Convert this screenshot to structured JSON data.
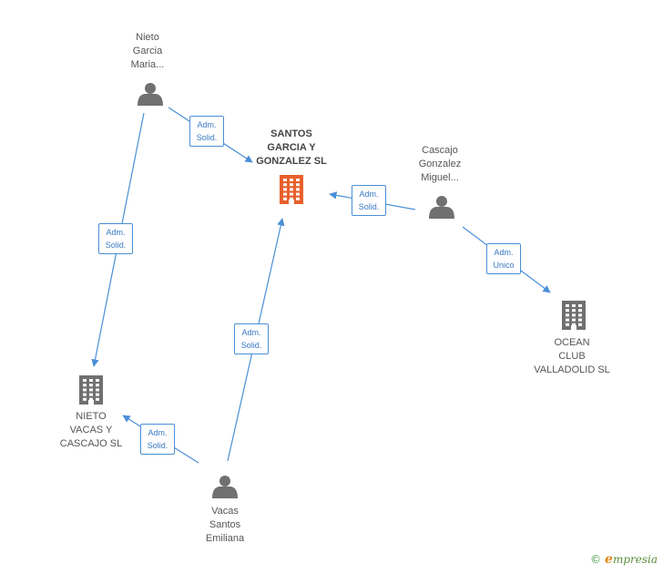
{
  "colors": {
    "edge": "#4a8fd6",
    "person": "#707070",
    "company": "#707070",
    "main_company": "#e8602c"
  },
  "nodes": {
    "nieto_garcia": {
      "lines": [
        "Nieto",
        "Garcia",
        "Maria..."
      ],
      "type": "person"
    },
    "santos_garcia": {
      "lines": [
        "SANTOS",
        "GARCIA Y",
        "GONZALEZ SL"
      ],
      "type": "main-company"
    },
    "cascajo_gonzalez": {
      "lines": [
        "Cascajo",
        "Gonzalez",
        "Miguel..."
      ],
      "type": "person"
    },
    "ocean_club": {
      "lines": [
        "OCEAN",
        "CLUB",
        "VALLADOLID SL"
      ],
      "type": "company"
    },
    "nieto_vacas": {
      "lines": [
        "NIETO",
        "VACAS Y",
        "CASCAJO SL"
      ],
      "type": "company"
    },
    "vacas_santos": {
      "lines": [
        "Vacas",
        "Santos",
        "Emiliana"
      ],
      "type": "person"
    }
  },
  "edges": [
    {
      "from": "nieto_garcia",
      "to": "santos_garcia",
      "label": [
        "Adm.",
        "Solid."
      ]
    },
    {
      "from": "nieto_garcia",
      "to": "nieto_vacas",
      "label": [
        "Adm.",
        "Solid."
      ]
    },
    {
      "from": "cascajo_gonzalez",
      "to": "santos_garcia",
      "label": [
        "Adm.",
        "Solid."
      ]
    },
    {
      "from": "cascajo_gonzalez",
      "to": "ocean_club",
      "label": [
        "Adm.",
        "Unico"
      ]
    },
    {
      "from": "vacas_santos",
      "to": "santos_garcia",
      "label": [
        "Adm.",
        "Solid."
      ]
    },
    {
      "from": "vacas_santos",
      "to": "nieto_vacas",
      "label": [
        "Adm.",
        "Solid."
      ]
    }
  ],
  "footer": {
    "copyright": "©",
    "brand_initial": "e",
    "brand_rest": "mpresia"
  }
}
